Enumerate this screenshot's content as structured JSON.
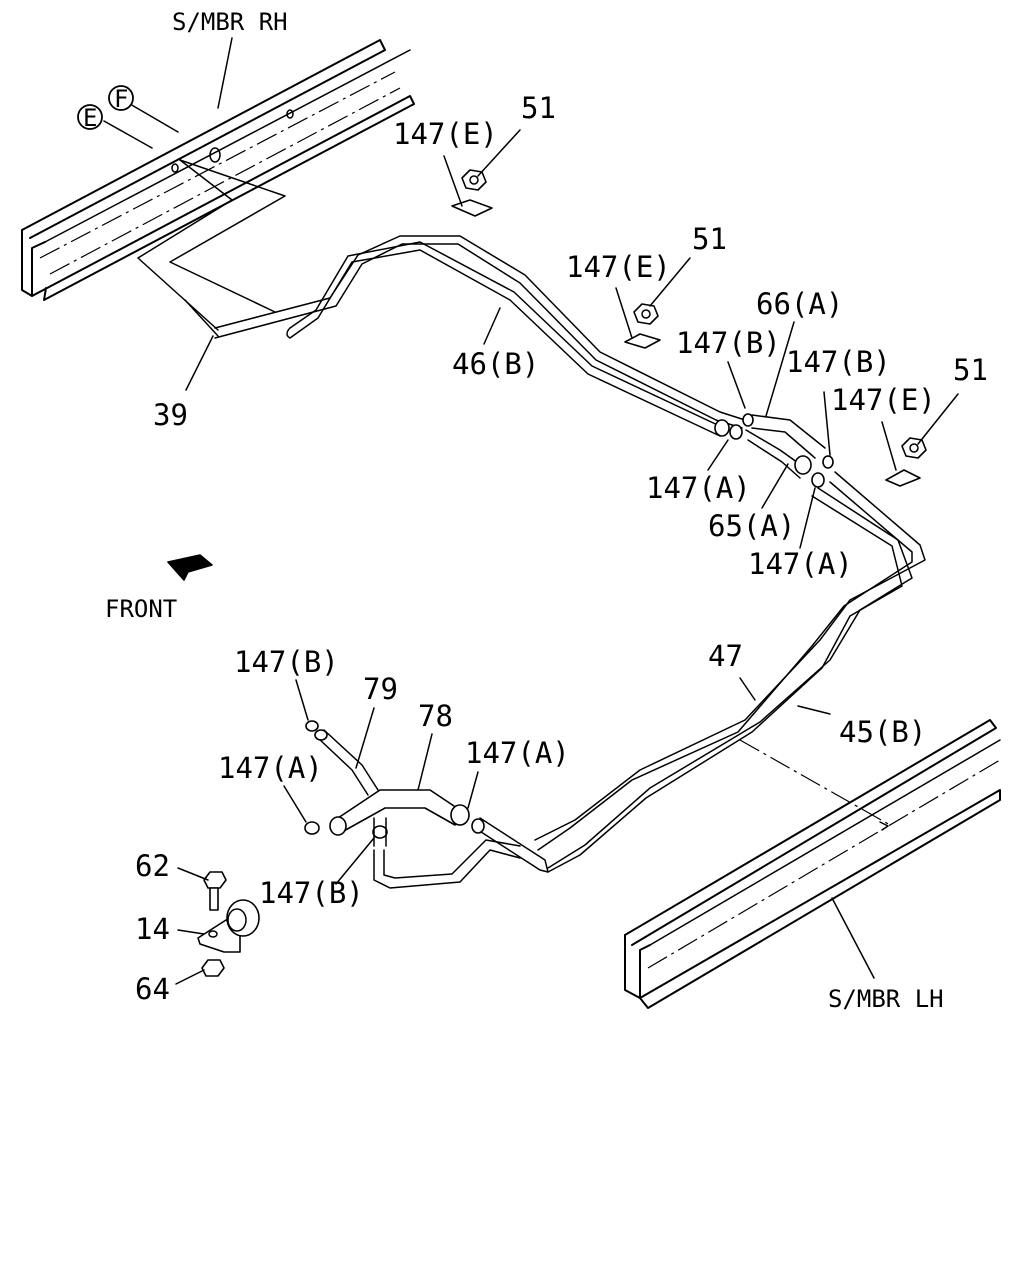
{
  "labels": {
    "smbr_rh": "S/MBR RH",
    "smbr_lh": "S/MBR LH",
    "circle_e": "E",
    "circle_f": "F",
    "front": "FRONT",
    "p39": "39",
    "p46b": "46(B)",
    "p147e_1": "147(E)",
    "p51_1": "51",
    "p147e_2": "147(E)",
    "p51_2": "51",
    "p66a": "66(A)",
    "p147b_1": "147(B)",
    "p147b_2": "147(B)",
    "p51_3": "51",
    "p147e_3": "147(E)",
    "p147a_1": "147(A)",
    "p65a": "65(A)",
    "p147a_2": "147(A)",
    "p47": "47",
    "p45b": "45(B)",
    "p147b_3": "147(B)",
    "p79": "79",
    "p78": "78",
    "p147a_3": "147(A)",
    "p147a_4": "147(A)",
    "p62": "62",
    "p147b_4": "147(B)",
    "p14": "14",
    "p64": "64"
  }
}
